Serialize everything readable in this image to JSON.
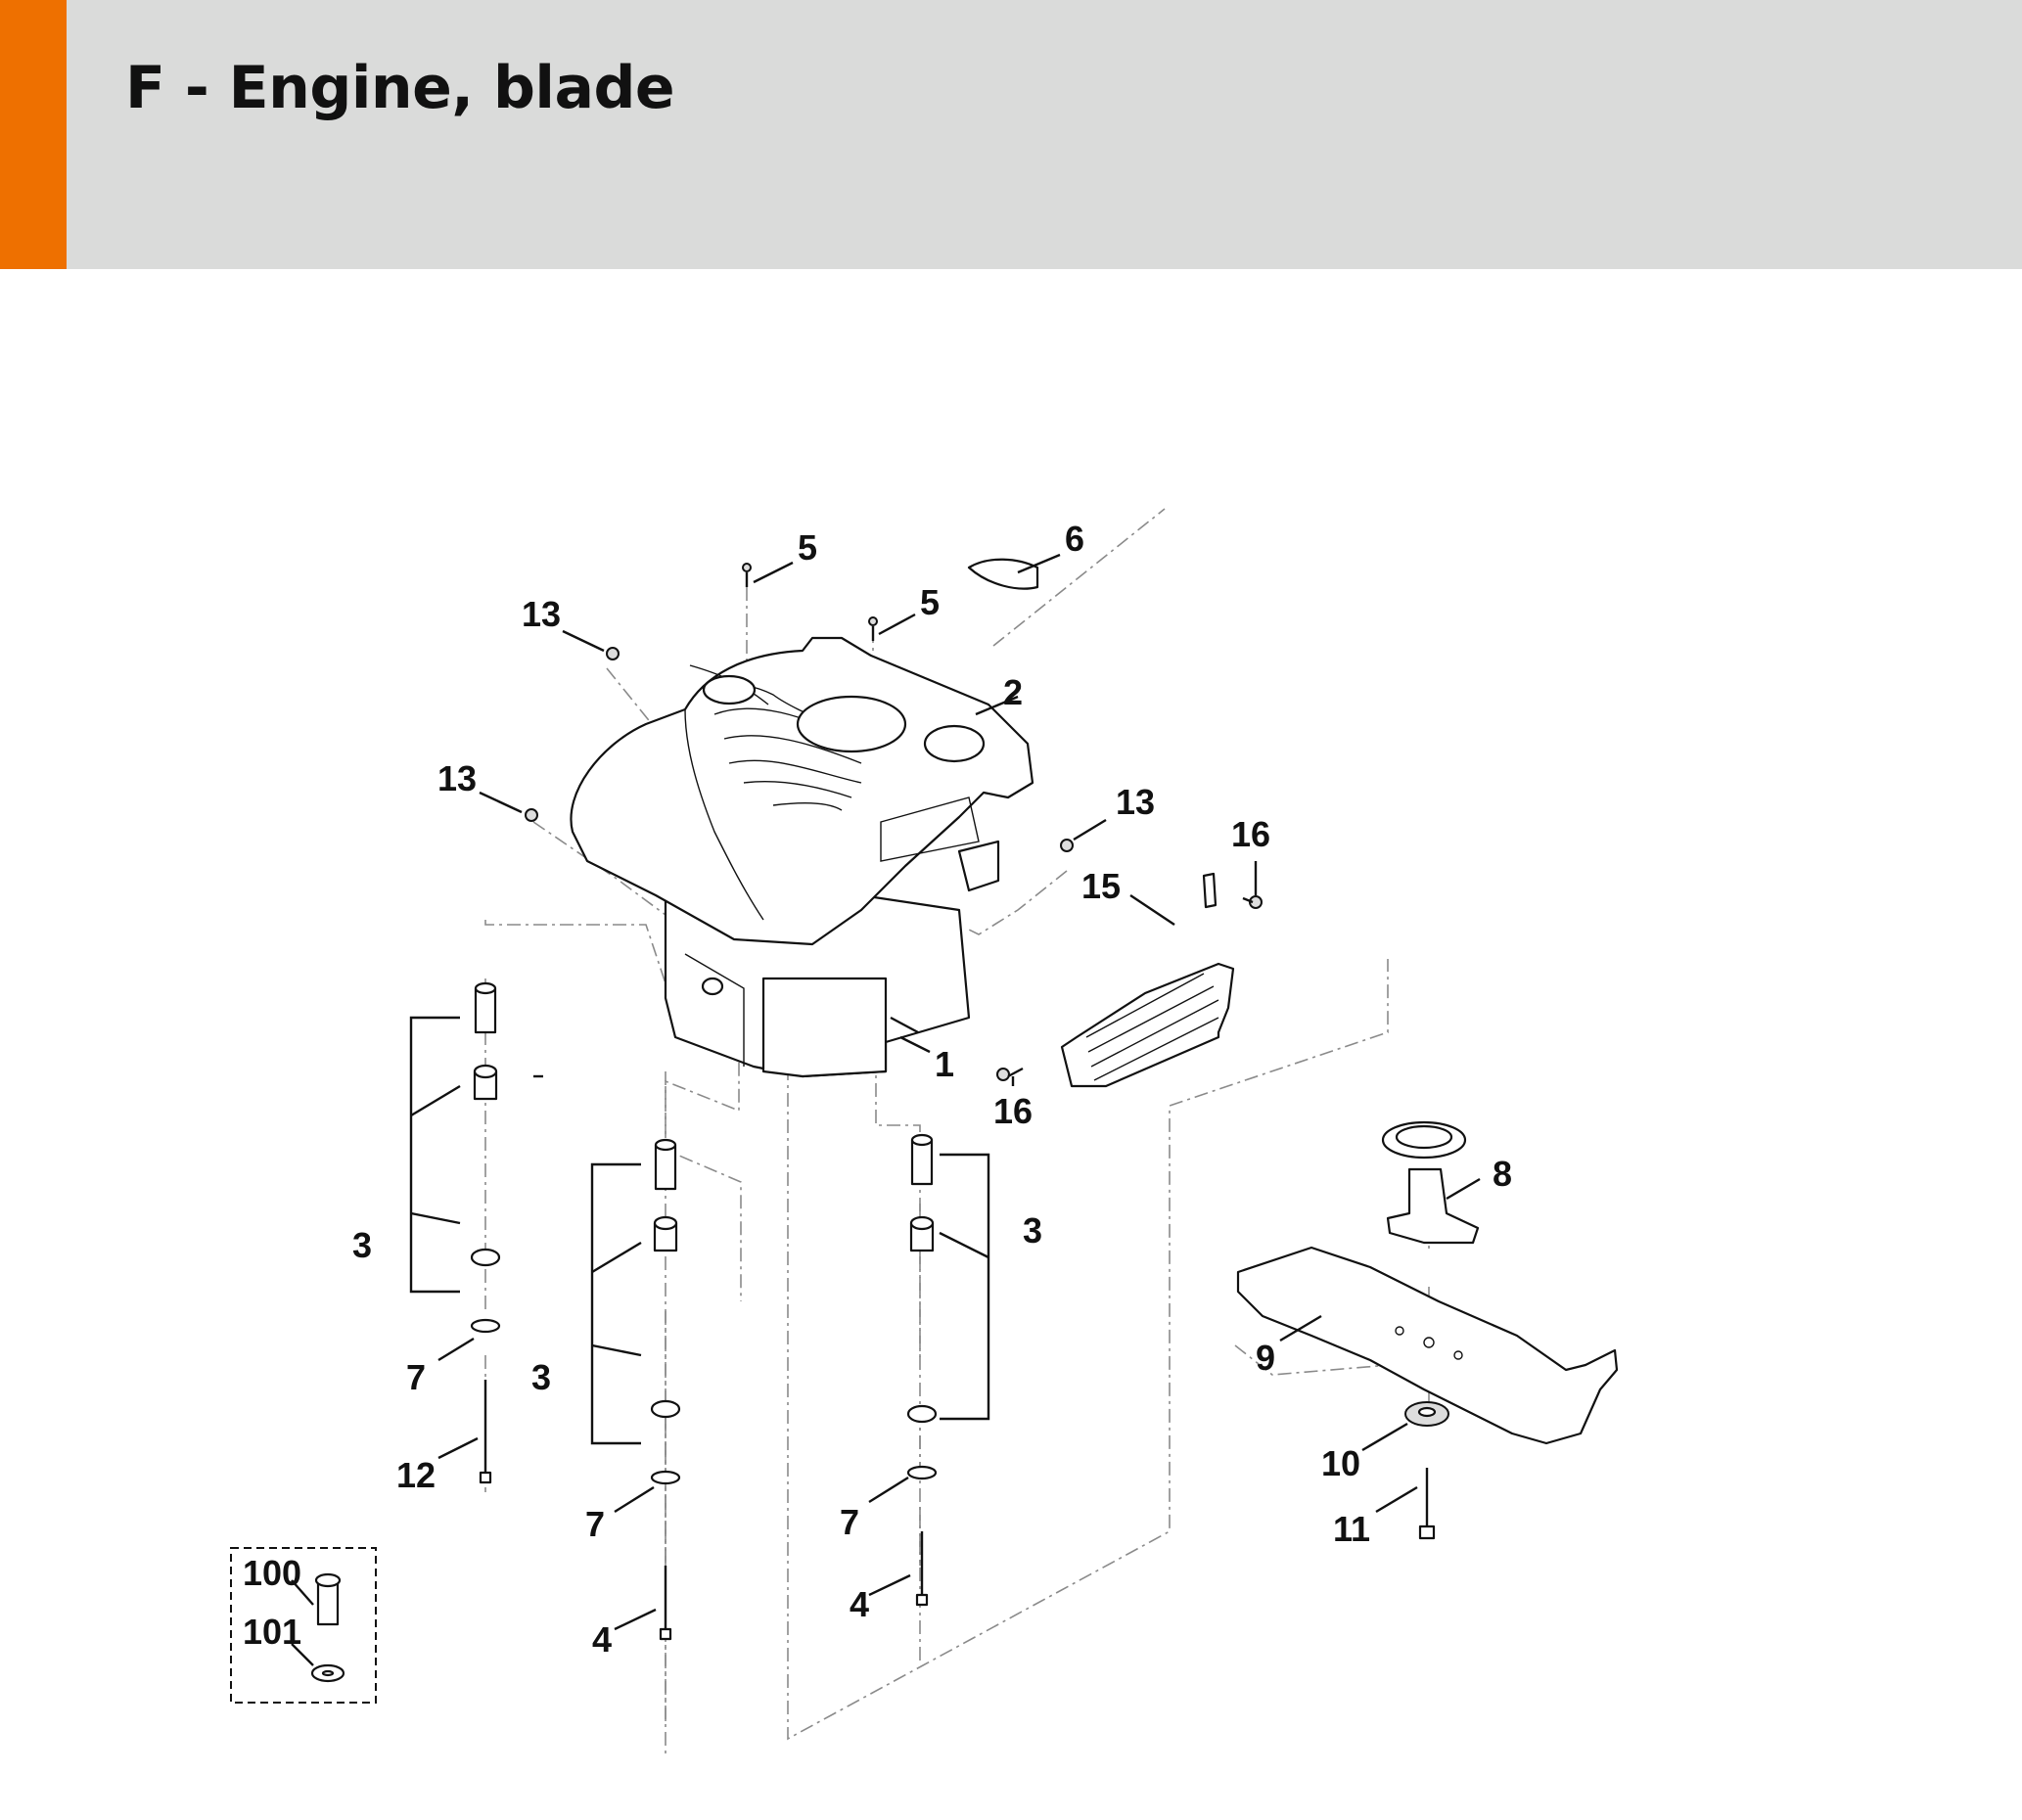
{
  "header": {
    "title": "F - Engine, blade",
    "accent_color": "#ee7000",
    "background_color": "#dadbda"
  },
  "diagram": {
    "labels": {
      "p1": "1",
      "p2": "2",
      "p3a": "3",
      "p3b": "3",
      "p3c": "3",
      "p4a": "4",
      "p4b": "4",
      "p5a": "5",
      "p5b": "5",
      "p6": "6",
      "p7a": "7",
      "p7b": "7",
      "p7c": "7",
      "p8": "8",
      "p9": "9",
      "p10": "10",
      "p11": "11",
      "p12": "12",
      "p13a": "13",
      "p13b": "13",
      "p13c": "13",
      "p15": "15",
      "p16a": "16",
      "p16b": "16",
      "p100": "100",
      "p101": "101"
    }
  }
}
